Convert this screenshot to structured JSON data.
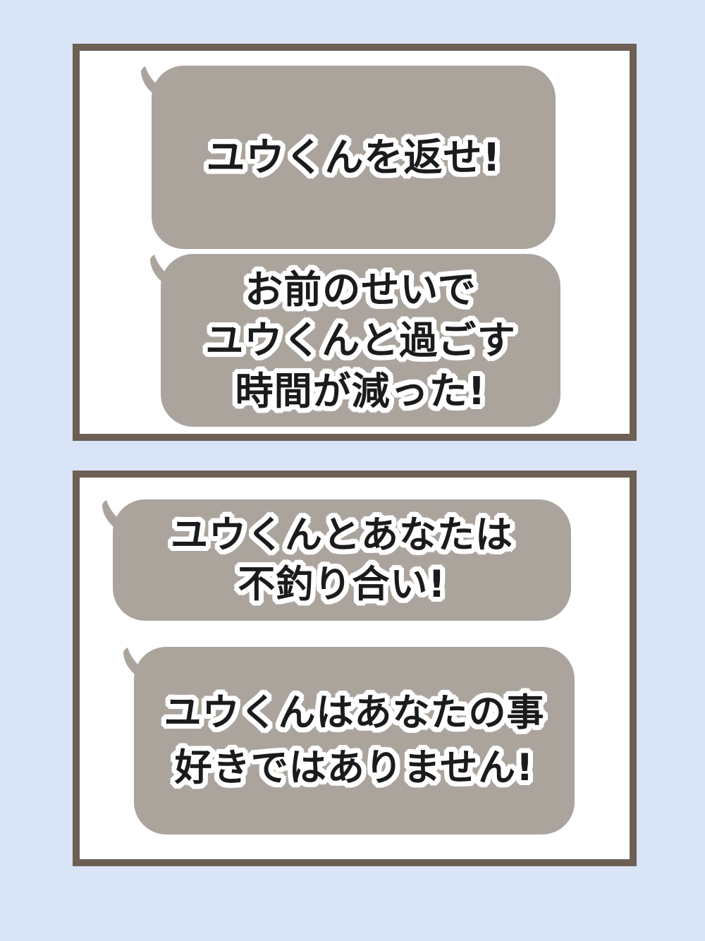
{
  "colors": {
    "page_bg": "#d9e4f6",
    "panel_border": "#6d5f54",
    "panel_bg": "#ffffff",
    "bubble_bg": "#aba49d",
    "ink": "#1b1b1b",
    "outline": "#ffffff"
  },
  "panels": [
    {
      "bubbles": [
        {
          "lines": [
            "ユウくんを返せ!"
          ]
        },
        {
          "lines": [
            "お前のせいで",
            "ユウくんと過ごす",
            "時間が減った!"
          ]
        }
      ]
    },
    {
      "bubbles": [
        {
          "lines": [
            "ユウくんとあなたは",
            "不釣り合い!"
          ]
        },
        {
          "lines": [
            "ユウくんはあなたの事",
            "好きではありません!"
          ]
        }
      ]
    }
  ]
}
